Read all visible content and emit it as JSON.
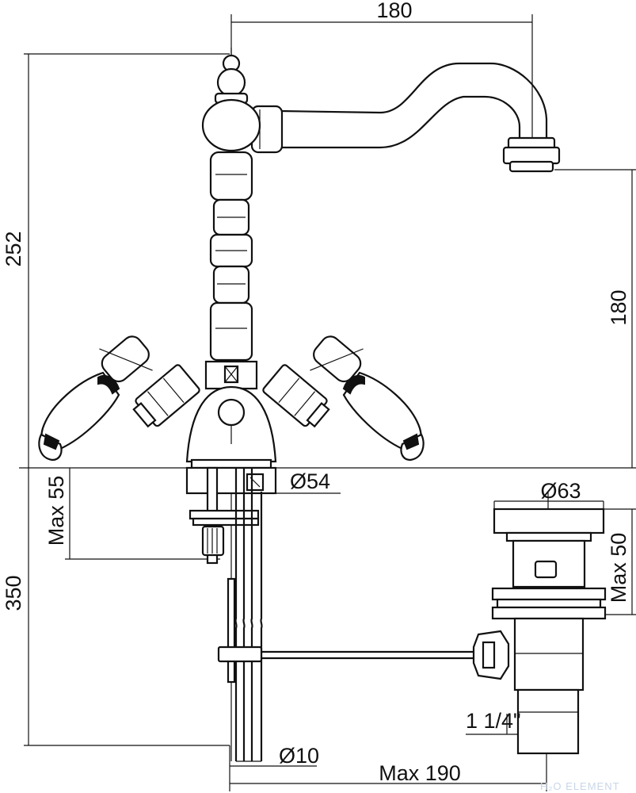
{
  "dimensions": {
    "spout_reach": "180",
    "total_height": "252",
    "spout_height": "180",
    "base_diameter": "Ø54",
    "max_thickness": "Max 55",
    "shank_length": "350",
    "waste_cap_diameter": "Ø63",
    "waste_max": "Max 50",
    "waste_thread": "1 1/4\"",
    "hose_diameter": "Ø10",
    "max_rod_length": "Max 190"
  },
  "watermark": "H₂O ELEMENT"
}
